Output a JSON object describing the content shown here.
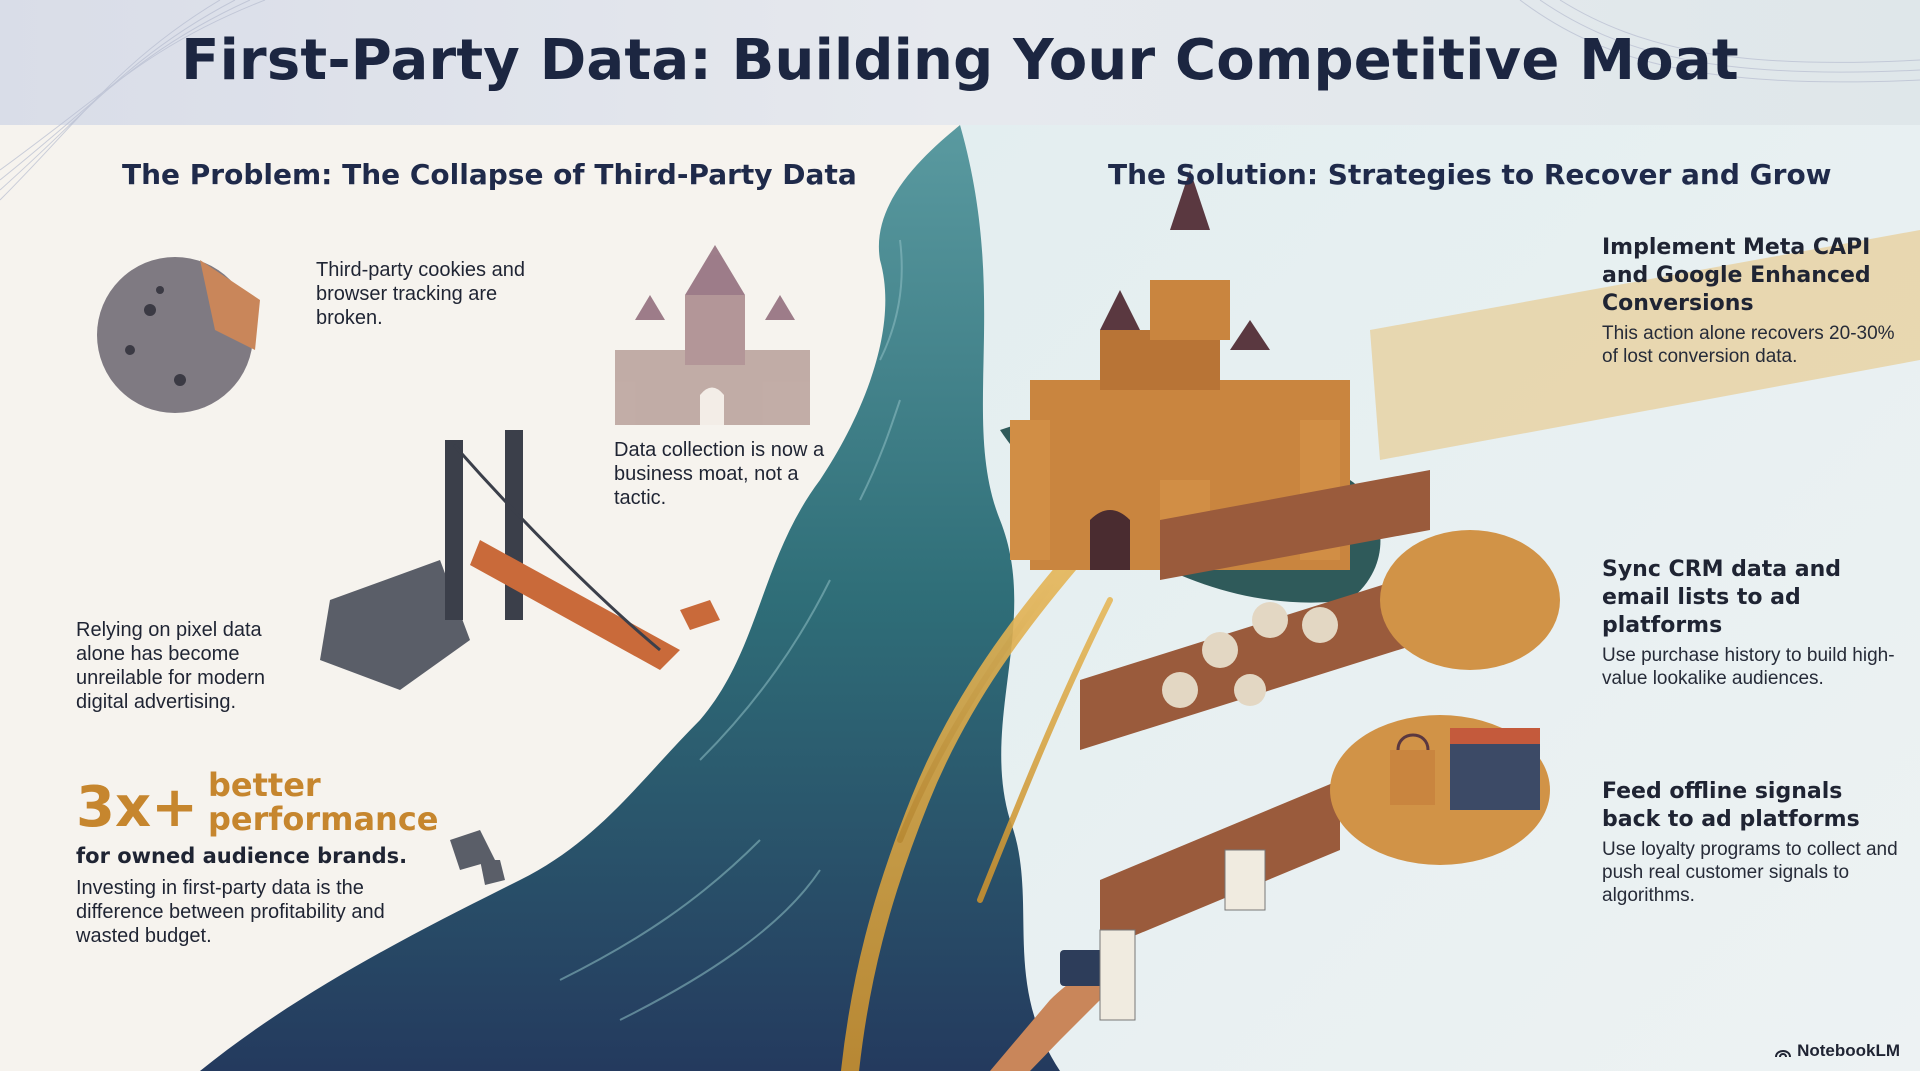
{
  "title": "First-Party Data: Building Your Competitive Moat",
  "problem": {
    "heading": "The Problem: The Collapse of Third-Party Data",
    "cookies_text": "Third-party cookies and browser tracking are broken.",
    "moat_text": "Data collection is now a business moat, not a tactic.",
    "pixel_text": "Relying on pixel data alone has become unreilable for modern digital advertising.",
    "stat": {
      "value": "3x+",
      "suffix": "better performance",
      "caption": "for owned audience brands.",
      "description": "Investing in first-party data is the difference between profitability and wasted budget."
    }
  },
  "solution": {
    "heading": "The Solution: Strategies to Recover and Grow",
    "strategies": [
      {
        "title": "Implement Meta CAPI and Google Enhanced Conversions",
        "description": "This action alone recovers 20-30% of lost conversion data."
      },
      {
        "title": "Sync CRM data and email lists to ad platforms",
        "description": "Use purchase history to build high-value lookalike audiences."
      },
      {
        "title": "Feed offline signals back to ad platforms",
        "description": "Use loyalty programs to collect and push real customer signals to algorithms."
      }
    ]
  },
  "brand": "NotebookLM",
  "colors": {
    "title": "#1c2641",
    "accent_gold": "#c6862e",
    "river_teal": "#2f6e78",
    "castle_orange": "#c9853f"
  },
  "icons": [
    "broken-cookie-icon",
    "castle-icon",
    "broken-bridge-icon",
    "fortress-castle-icon",
    "audience-bridge-icon",
    "shopping-bag-icon",
    "storefront-icon",
    "receipt-icon",
    "credit-card-hand-icon",
    "notebooklm-logo-icon"
  ]
}
